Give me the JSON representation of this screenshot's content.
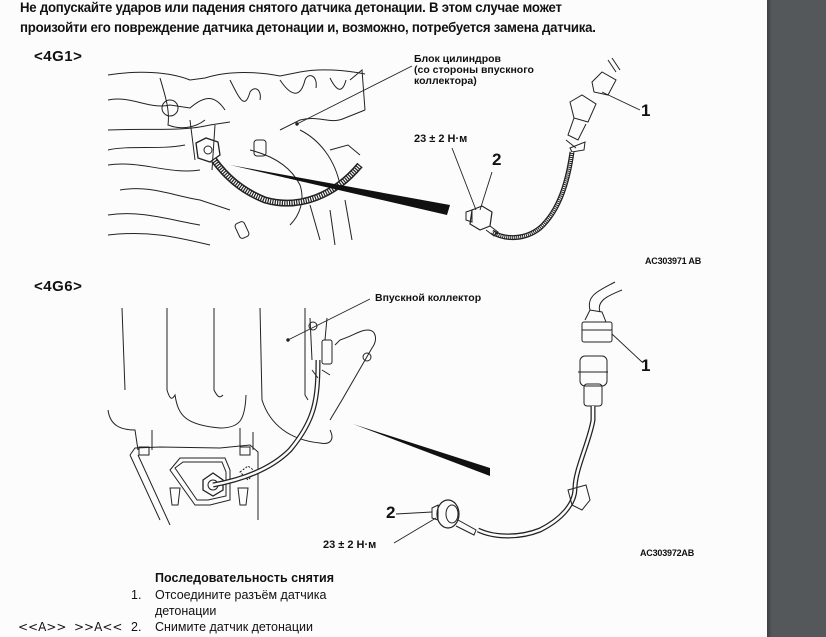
{
  "warning": {
    "line1": "Не допускайте ударов или падения снятого датчика детонации. В этом случае может",
    "line2": "произойти его повреждение датчика детонации и, возможно, потребуется замена датчика."
  },
  "figures": [
    {
      "engine": "<4G1>",
      "callout_block": [
        "Блок цилиндров",
        "(со стороны впускного",
        "коллектора)"
      ],
      "torque": "23 ± 2 Н·м",
      "part_numbers": [
        "1",
        "2"
      ],
      "ref_code": "AC303971 AB"
    },
    {
      "engine": "<4G6>",
      "callout_block": [
        "Впускной коллектор"
      ],
      "torque": "23 ± 2 Н·м",
      "part_numbers": [
        "1",
        "2"
      ],
      "ref_code": "AC303972AB"
    }
  ],
  "sequence": {
    "title": "Последовательность снятия",
    "steps": [
      {
        "marks": "",
        "number": "1.",
        "text_lines": [
          "Отсоедините разъём датчика",
          "детонации"
        ]
      },
      {
        "mark_install": "<<A>>",
        "mark_remove": ">>A<<",
        "number": "2.",
        "text_lines": [
          "Снимите датчик детонации"
        ]
      }
    ]
  },
  "colors": {
    "side_panel": "#54585b",
    "page": "#fcfcfc",
    "text": "#111111"
  }
}
